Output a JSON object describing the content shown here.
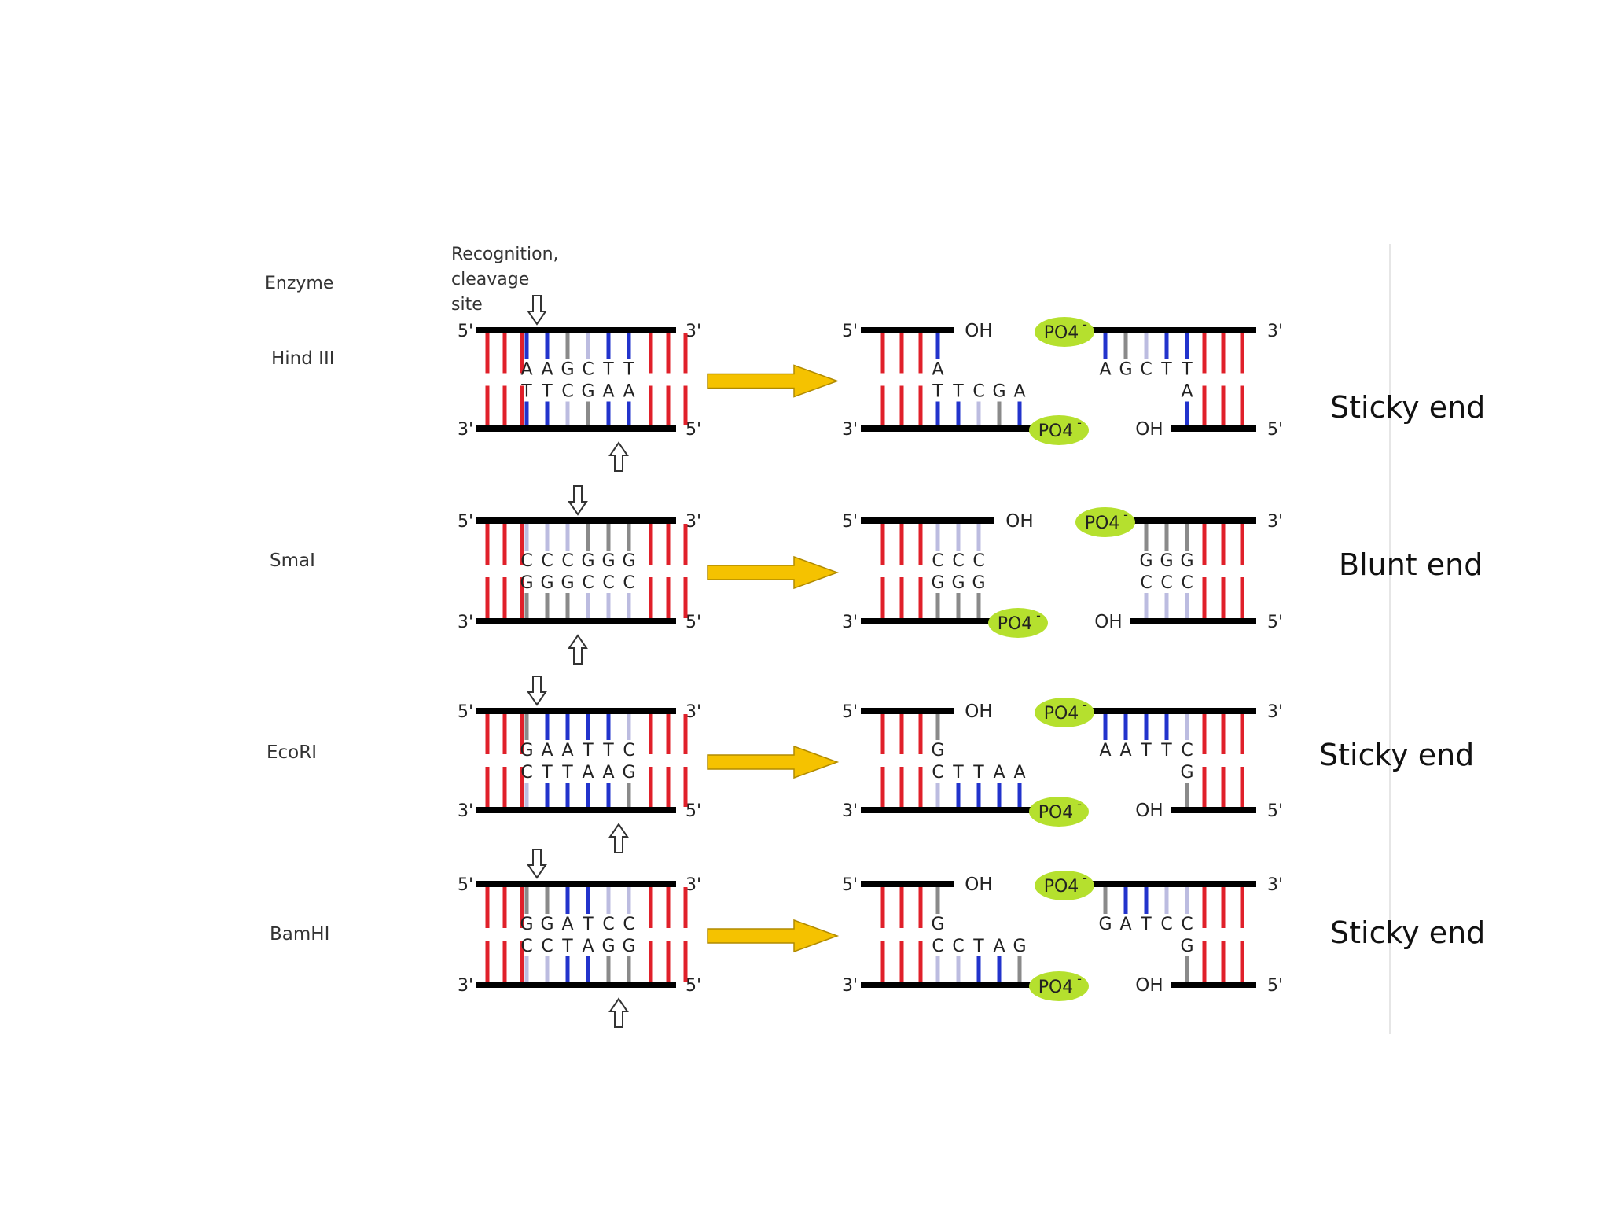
{
  "headers": {
    "enzyme": "Enzyme",
    "site_line1": "Recognition,",
    "site_line2": "cleavage",
    "site_line3": "site"
  },
  "labels": {
    "five": "5'",
    "three": "3'",
    "oh": "OH",
    "po4": "PO4",
    "po4_charge": "-"
  },
  "colors": {
    "red": "#e0202a",
    "blue": "#2233cc",
    "gray": "#8a8a8a",
    "lavender": "#bcbce0",
    "arrow": "#f5c200",
    "po4": "#b5e02e",
    "strand": "#000000"
  },
  "rows": [
    {
      "enzyme": "Hind III",
      "end_type": "Sticky end",
      "top": [
        "A",
        "A",
        "G",
        "C",
        "T",
        "T"
      ],
      "bottom": [
        "T",
        "T",
        "C",
        "G",
        "A",
        "A"
      ],
      "top_cut_index": 1,
      "bottom_cut_index": 5,
      "left_fragment": {
        "top_overhang": [
          "A"
        ],
        "bottom_overhang": [
          "T",
          "T",
          "C",
          "G",
          "A"
        ]
      },
      "right_fragment": {
        "top_overhang": [
          "A",
          "G",
          "C",
          "T",
          "T"
        ],
        "bottom_overhang": [
          "A"
        ]
      }
    },
    {
      "enzyme": "SmaI",
      "end_type": "Blunt end",
      "top": [
        "C",
        "C",
        "C",
        "G",
        "G",
        "G"
      ],
      "bottom": [
        "G",
        "G",
        "G",
        "C",
        "C",
        "C"
      ],
      "top_cut_index": 3,
      "bottom_cut_index": 3,
      "left_fragment": {
        "top_overhang": [
          "C",
          "C",
          "C"
        ],
        "bottom_overhang": [
          "G",
          "G",
          "G"
        ]
      },
      "right_fragment": {
        "top_overhang": [
          "G",
          "G",
          "G"
        ],
        "bottom_overhang": [
          "C",
          "C",
          "C"
        ]
      }
    },
    {
      "enzyme": "EcoRI",
      "end_type": "Sticky end",
      "top": [
        "G",
        "A",
        "A",
        "T",
        "T",
        "C"
      ],
      "bottom": [
        "C",
        "T",
        "T",
        "A",
        "A",
        "G"
      ],
      "top_cut_index": 1,
      "bottom_cut_index": 5,
      "left_fragment": {
        "top_overhang": [
          "G"
        ],
        "bottom_overhang": [
          "C",
          "T",
          "T",
          "A",
          "A"
        ]
      },
      "right_fragment": {
        "top_overhang": [
          "A",
          "A",
          "T",
          "T",
          "C"
        ],
        "bottom_overhang": [
          "G"
        ]
      }
    },
    {
      "enzyme": "BamHI",
      "end_type": "Sticky end",
      "top": [
        "G",
        "G",
        "A",
        "T",
        "C",
        "C"
      ],
      "bottom": [
        "C",
        "C",
        "T",
        "A",
        "G",
        "G"
      ],
      "top_cut_index": 1,
      "bottom_cut_index": 5,
      "left_fragment": {
        "top_overhang": [
          "G"
        ],
        "bottom_overhang": [
          "C",
          "C",
          "T",
          "A",
          "G"
        ]
      },
      "right_fragment": {
        "top_overhang": [
          "G",
          "A",
          "T",
          "C",
          "C"
        ],
        "bottom_overhang": [
          "G"
        ]
      }
    }
  ]
}
